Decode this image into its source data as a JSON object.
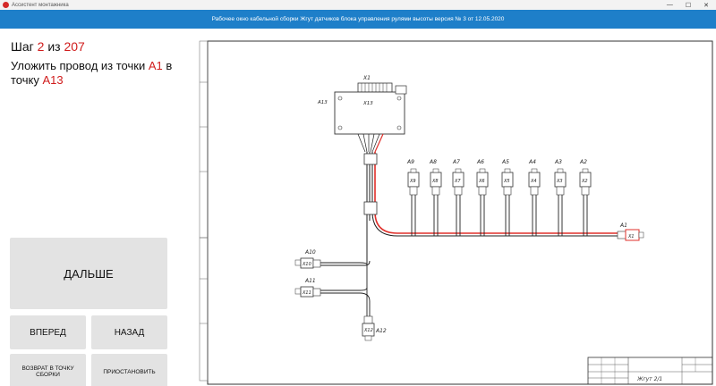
{
  "window": {
    "title": "Ассистент монтажника",
    "controls": [
      "—",
      "☐",
      "✕"
    ]
  },
  "header": {
    "title": "Рабочее окно кабельной сборки Жгут датчиков блока управления рулями высоты версия № 3 от 12.05.2020"
  },
  "step": {
    "prefix": "Шаг",
    "current": "2",
    "separator": "из",
    "total": "207"
  },
  "instruction": {
    "text": "Уложить провод из точки",
    "from_point": "A1",
    "middle": "в точку",
    "to_point": "A13"
  },
  "buttons": {
    "next": "ДАЛЬШЕ",
    "forward": "ВПЕРЕД",
    "back": "НАЗАД",
    "return": "ВОЗВРАТ В ТОЧКУ СБОРКИ",
    "pause": "ПРИОСТАНОВИТЬ"
  },
  "diagram": {
    "main_block": {
      "label": "X1",
      "point": "A13",
      "connector": "X13"
    },
    "top_connectors": [
      {
        "point": "A9",
        "connector": "X9"
      },
      {
        "point": "A8",
        "connector": "X8"
      },
      {
        "point": "A7",
        "connector": "X7"
      },
      {
        "point": "A6",
        "connector": "X6"
      },
      {
        "point": "A5",
        "connector": "X5"
      },
      {
        "point": "A4",
        "connector": "X4"
      },
      {
        "point": "A3",
        "connector": "X3"
      },
      {
        "point": "A2",
        "connector": "X2"
      }
    ],
    "right_connector": {
      "point": "A1",
      "connector": "X1"
    },
    "left_connectors": [
      {
        "point": "A10",
        "connector": "X10"
      },
      {
        "point": "A11",
        "connector": "X11"
      }
    ],
    "bottom_connector": {
      "point": "A12",
      "connector": "X12"
    },
    "stamp_text": "Жгут 2/1",
    "colors": {
      "highlight": "#e0302b",
      "wire": "#222222",
      "frame": "#333333"
    }
  }
}
